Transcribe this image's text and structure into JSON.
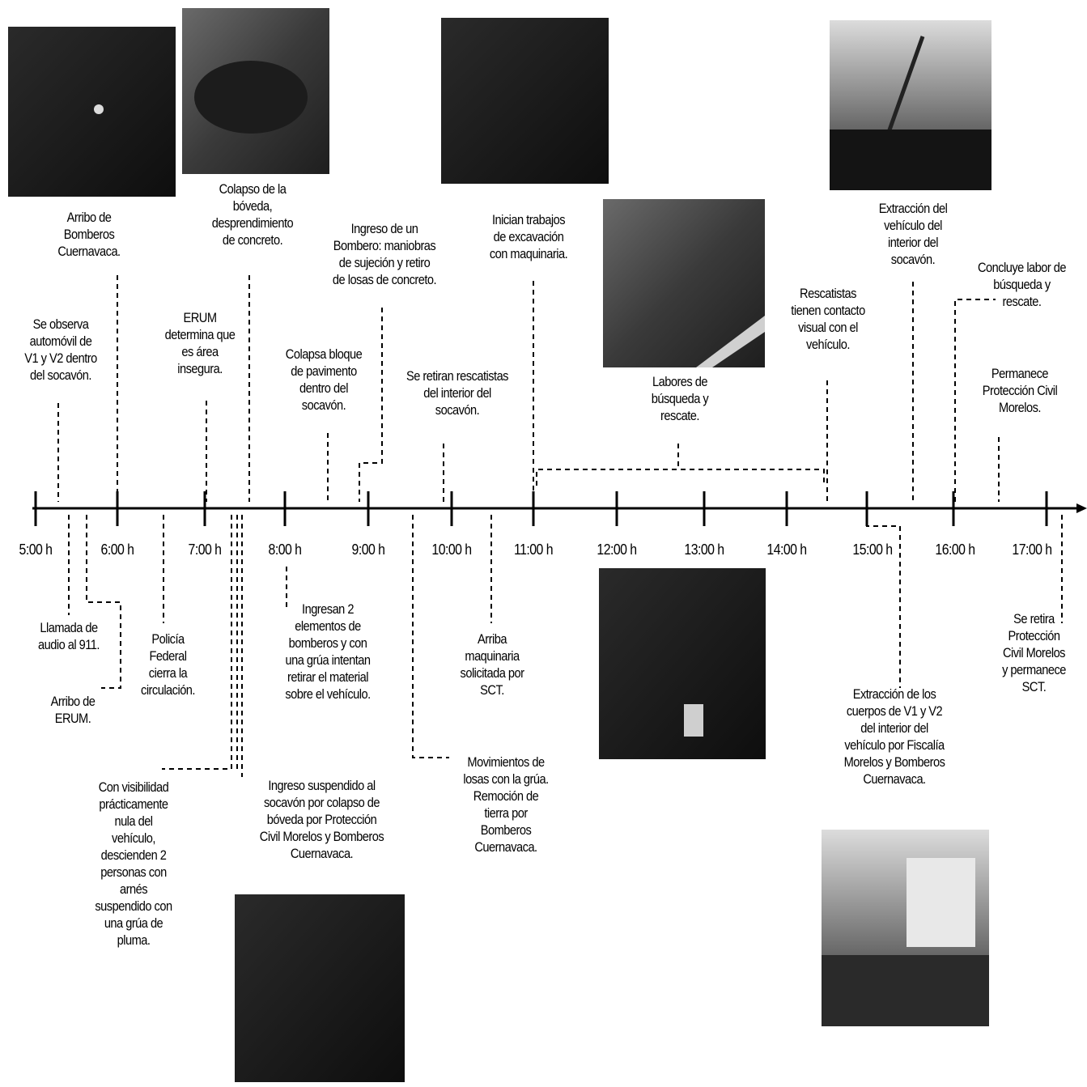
{
  "hours": [
    "5:00 h",
    "6:00 h",
    "7:00 h",
    "8:00 h",
    "9:00 h",
    "10:00 h",
    "11:00 h",
    "12:00 h",
    "13:00 h",
    "14:00 h",
    "15:00 h",
    "16:00 h",
    "17:00 h"
  ],
  "events": {
    "llamada": "Llamada de\naudio al 911.",
    "observa": "Se observa\nautomóvil de\nV1 y V2 dentro\ndel socavón.",
    "arribo_bomberos": "Arribo de\nBomberos\nCuernavaca.",
    "arribo_erum": "Arribo de\nERUM.",
    "policia": "Policía\nFederal\ncierra la\ncirculación.",
    "erum_inseguro": "ERUM\ndetermina que\nes área\ninsegura.",
    "colapso_boveda": "Colapso de la\nbóveda,\ndesprendimiento\nde concreto.",
    "visibilidad": "Con visibilidad\nprácticamente\nnula del\nvehículo,\ndescienden 2\npersonas con\narnés\nsuspendido con\nuna grúa de\npluma.",
    "ingreso_suspendido": "Ingreso suspendido al\nsocavón por colapso de\nbóveda por Protección\nCivil Morelos y Bomberos\nCuernavaca.",
    "colapsa_bloque": "Colapsa bloque\nde pavimento\ndentro del\nsocavón.",
    "ingresan_2": "Ingresan 2\nelementos de\nbomberos y con\nuna grúa intentan\nretirar el material\nsobre el vehículo.",
    "ingreso_bombero": "Ingreso de un\nBombero: maniobras\nde sujeción y retiro\nde losas de concreto.",
    "se_retiran": "Se retiran rescatistas\ndel interior del\nsocavón.",
    "movimientos": "Movimientos de\nlosas con la grúa.\nRemoción de\ntierra por\nBomberos\nCuernavaca.",
    "arriba_maquinaria": "Arriba\nmaquinaria\nsolicitada por\nSCT.",
    "inician": "Inician trabajos\nde excavación\ncon maquinaria.",
    "labores": "Labores de\nbúsqueda y\nrescate.",
    "contacto": "Rescatistas\ntienen contacto\nvisual con el\nvehículo.",
    "extraccion_vehiculo": "Extracción del\nvehículo del\ninterior del\nsocavón.",
    "extraccion_cuerpos": "Extracción de los\ncuerpos de V1 y V2\ndel interior del\nvehículo por Fiscalía\nMorelos y Bomberos\nCuernavaca.",
    "concluye": "Concluye labor de\nbúsqueda y\nrescate.",
    "permanece": "Permanece\nProtección Civil\nMorelos.",
    "se_retira_pc": "Se retira\nProtección\nCivil Morelos\ny permanece\nSCT."
  },
  "colors": {
    "line": "#000000",
    "photo_dark": "#1b1b1b"
  }
}
